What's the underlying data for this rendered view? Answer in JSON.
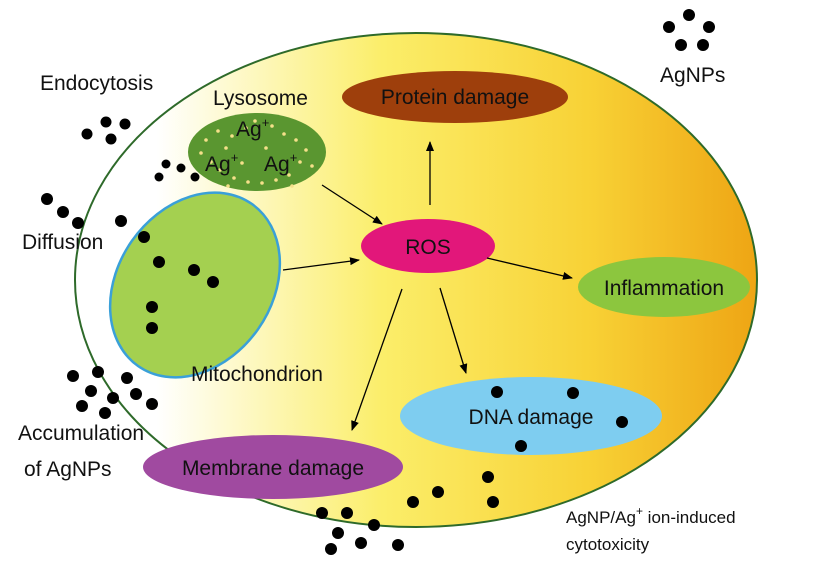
{
  "labels": {
    "endocytosis": "Endocytosis",
    "lysosome": "Lysosome",
    "diffusion": "Diffusion",
    "mitochondrion": "Mitochondrion",
    "accumulation_line1": "Accumulation",
    "accumulation_line2": "of AgNPs",
    "agnps": "AgNPs",
    "ros": "ROS",
    "protein_damage": "Protein damage",
    "inflammation": "Inflammation",
    "dna_damage": "DNA damage",
    "membrane_damage": "Membrane damage",
    "ion_ag": "Ag",
    "ion_sup": "+",
    "caption_line1_a": "AgNP/Ag",
    "caption_line1_sup": "+",
    "caption_line1_b": " ion-induced",
    "caption_line2": "cytotoxicity"
  },
  "colors": {
    "cell_gradient_start": "#ffffff",
    "cell_gradient_mid": "#fae54a",
    "cell_gradient_end": "#f0b018",
    "cell_border": "#2e6a2a",
    "lysosome": "#5a9630",
    "lysosome_dots": "#f5e08a",
    "mitochondrion": "#a4d050",
    "mitochondrion_border": "#3aa0d8",
    "ros": "#e2177a",
    "protein_damage": "#9e3f0c",
    "inflammation": "#8cc63e",
    "dna_damage": "#7ecdf0",
    "membrane_damage": "#a04aa0",
    "particle": "#000000"
  }
}
